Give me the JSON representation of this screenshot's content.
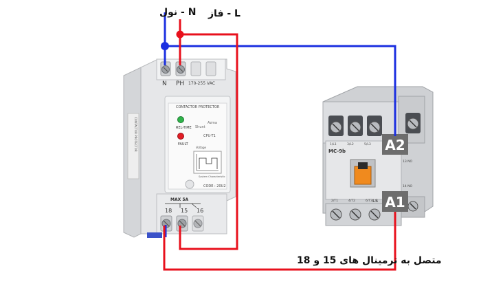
{
  "labels": {
    "neutral": "N - نول",
    "phase": "L - فاز",
    "bottom_note": "متصل به ترمینال های 15 و 18"
  },
  "protector": {
    "terminal_n": "N",
    "terminal_ph": "PH",
    "voltage_range": "170-255 VAC",
    "title": "CONTACTOR PROTECTOR",
    "rel_time": "REL-TIME",
    "fault": "FAULT",
    "brand": "Shunt",
    "brand2": "Azma",
    "model": "CPU-T1",
    "voltage_label": "Voltage",
    "system_char": "System Characteristic",
    "code": "CODE : 20U2",
    "max_current": "MAX 5A",
    "term_18": "18",
    "term_15": "15",
    "term_16": "16",
    "side_label": "CONTACTOR PROTECTOR"
  },
  "contactor": {
    "top_terms": [
      "1/L1",
      "3/L2",
      "5/L3",
      "13 NO"
    ],
    "model": "MC-9b",
    "bottom_terms": [
      "2/T1",
      "4/T2",
      "6/T3",
      "14 NO"
    ],
    "brand": "LS",
    "badge_a2": "A2",
    "badge_a1": "A1"
  },
  "colors": {
    "neutral_wire": "#1b2fe0",
    "phase_wire": "#e8101c",
    "badge_bg": "#6d6d6d"
  }
}
